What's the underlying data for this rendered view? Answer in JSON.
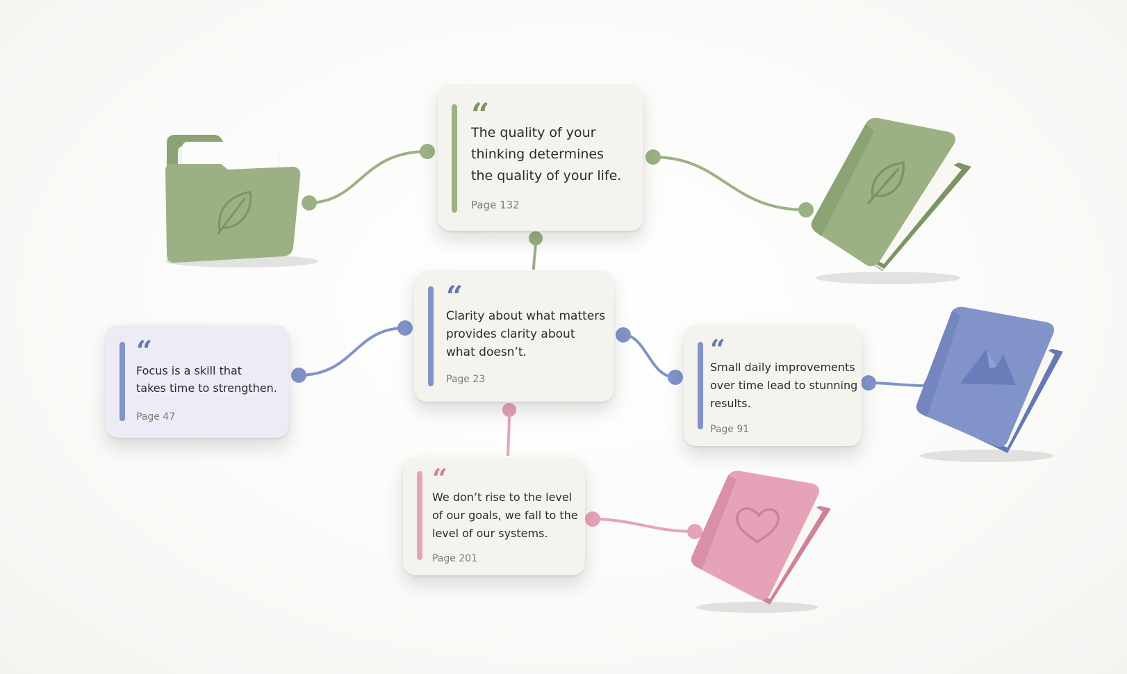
{
  "colors": {
    "green": "#9bb184",
    "green_dark": "#7b9466",
    "blue": "#8193c9",
    "blue_dark": "#6478b3",
    "pink": "#e6a3b8",
    "pink_dark": "#cf8199",
    "lavender_card": "#ecebf6",
    "card": "#f4f3ee"
  },
  "cards": {
    "top": {
      "quote_mark": "“",
      "line1": "The quality of your",
      "line2": "thinking determines",
      "line3": "the quality of your life.",
      "page": "Page 132",
      "accent": "green"
    },
    "center": {
      "quote_mark": "“",
      "line1": "Clarity about what matters",
      "line2": "provides clarity about",
      "line3": "what doesn’t.",
      "page": "Page 23",
      "accent": "blue"
    },
    "left": {
      "quote_mark": "“",
      "line1": "Focus is a skill that",
      "line2": "takes time to strengthen.",
      "page": "Page 47",
      "accent": "blue"
    },
    "right": {
      "quote_mark": "“",
      "line1": "Small daily improvements",
      "line2": "over time lead to stunning",
      "line3": "results.",
      "page": "Page 91",
      "accent": "blue"
    },
    "bottom": {
      "quote_mark": "“",
      "line1": "We don’t rise to the level",
      "line2": "of our goals, we fall to the",
      "line3": "level of our systems.",
      "page": "Page 201",
      "accent": "pink"
    }
  },
  "objects": {
    "folder": {
      "icon": "leaf-folder-icon",
      "color": "green"
    },
    "green_book": {
      "icon": "leaf-book-icon",
      "color": "green"
    },
    "blue_book": {
      "icon": "mountain-book-icon",
      "color": "blue"
    },
    "pink_book": {
      "icon": "heart-book-icon",
      "color": "pink"
    }
  }
}
